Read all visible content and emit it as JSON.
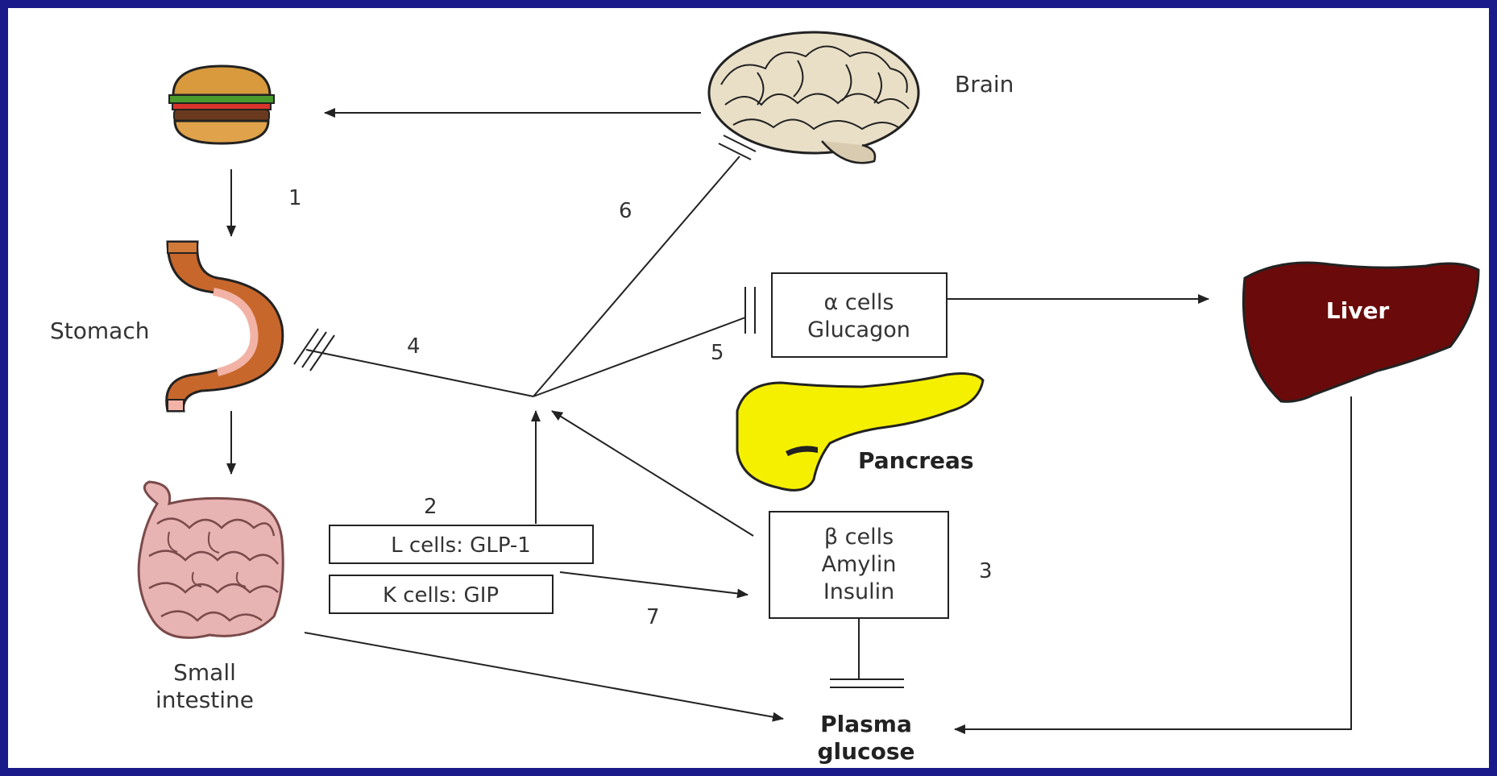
{
  "labels": {
    "brain": "Brain",
    "stomach": "Stomach",
    "small_intestine_line1": "Small",
    "small_intestine_line2": "intestine",
    "liver": "Liver",
    "pancreas": "Pancreas",
    "plasma_line1": "Plasma",
    "plasma_line2": "glucose"
  },
  "boxes": {
    "alpha_line1": "α cells",
    "alpha_line2": "Glucagon",
    "beta_line1": "β cells",
    "beta_line2": "Amylin",
    "beta_line3": "Insulin",
    "l_cells": "L cells: GLP-1",
    "k_cells": "K cells: GIP"
  },
  "steps": [
    "1",
    "2",
    "3",
    "4",
    "5",
    "6",
    "7"
  ],
  "colors": {
    "background": "#1b1a8a",
    "liver": "#6b0a0a",
    "pancreas": "#f5f000",
    "stomach": "#c8672c",
    "intestine": "#e8b3b3"
  },
  "icons": [
    "burger-icon",
    "brain-icon",
    "stomach-icon",
    "intestine-icon",
    "pancreas-icon",
    "liver-icon"
  ]
}
